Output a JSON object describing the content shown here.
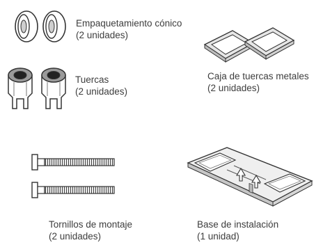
{
  "parts": [
    {
      "id": "conical-packing",
      "name": "Empaquetamiento cónico",
      "qty": "(2 unidades)",
      "icon": "conical-packing-icon"
    },
    {
      "id": "nuts",
      "name": "Tuercas",
      "qty": "(2 unidades)",
      "icon": "nut-icon"
    },
    {
      "id": "metal-nut-box",
      "name": "Caja de tuercas metales",
      "qty": "(2 unidades)",
      "icon": "metal-nut-box-icon"
    },
    {
      "id": "mounting-screws",
      "name": "Tornillos de montaje",
      "qty": "(2 unidades)",
      "icon": "screw-icon"
    },
    {
      "id": "installation-base",
      "name": "Base de instalación",
      "qty": "(1 unidad)",
      "icon": "installation-base-icon"
    }
  ],
  "colors": {
    "line": "#333333",
    "shade": "#9a9a9a",
    "light": "#d9d9d9",
    "text": "#3d3d3d"
  }
}
